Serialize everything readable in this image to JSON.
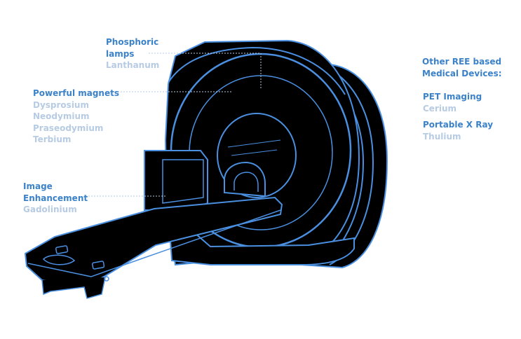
{
  "labels": {
    "phosphoric": {
      "title_line1": "Phosphoric",
      "title_line2": "lamps",
      "elements": [
        "Lanthanum"
      ]
    },
    "magnets": {
      "title": "Powerful magnets",
      "elements": [
        "Dysprosium",
        "Neodymium",
        "Praseodymium",
        "Terbium"
      ]
    },
    "imaging": {
      "title_line1": "Image",
      "title_line2": "Enhancement",
      "elements": [
        "Gadolinium"
      ]
    }
  },
  "other_devices": {
    "heading_line1": "Other REE based",
    "heading_line2": "Medical Devices:",
    "items": [
      {
        "title": "PET Imaging",
        "element": "Cerium"
      },
      {
        "title": "Portable X Ray",
        "element": "Thulium"
      }
    ]
  },
  "colors": {
    "heading": "#3b82c9",
    "element": "#b7cbe3",
    "outline": "#4a8fe0",
    "body": "#000000"
  },
  "icons": {
    "machine": "mri-scanner-icon"
  }
}
